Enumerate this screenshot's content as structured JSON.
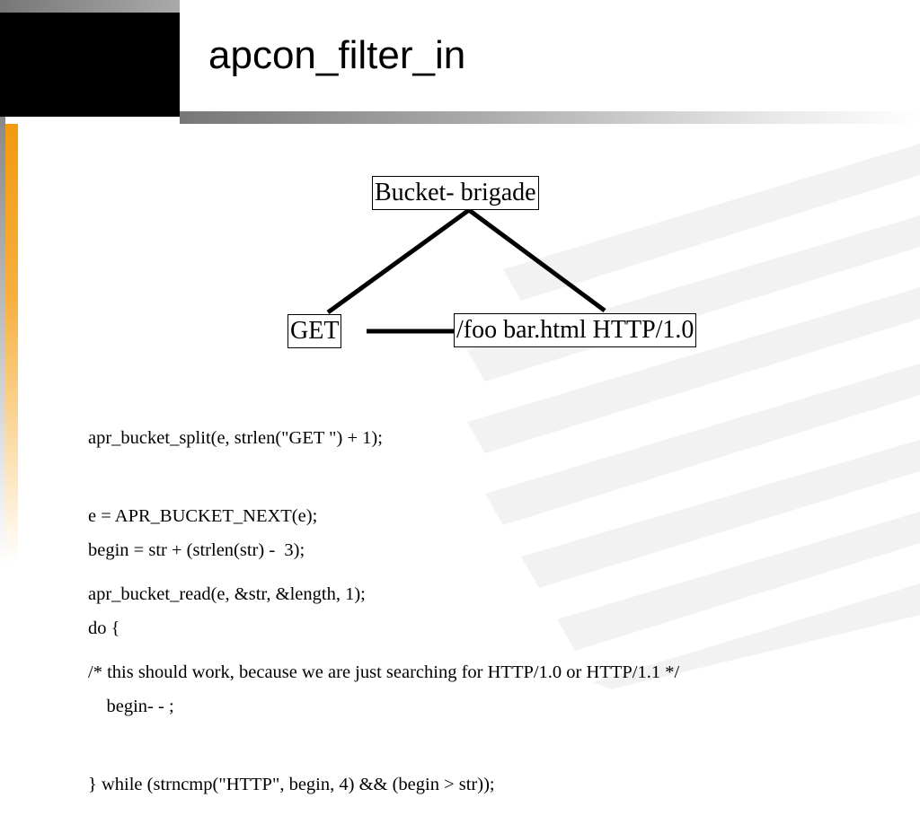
{
  "slide": {
    "title": "apcon_filter_in"
  },
  "diagram": {
    "root": "Bucket- brigade",
    "left_child": "GET",
    "right_child": "/foo bar.html HTTP/1.0"
  },
  "code": {
    "block1": [
      "apr_bucket_split(e, strlen(\"GET \") + 1);",
      "e = APR_BUCKET_NEXT(e);",
      "apr_bucket_read(e, &str, &length, 1);",
      "/* this should work, because we are just searching for HTTP/1.0 or HTTP/1.1 */"
    ],
    "block2": [
      "begin = str + (strlen(str) -  3);",
      "do {",
      "    begin- - ;",
      "} while (strncmp(\"HTTP\", begin, 4) && (begin > str));"
    ]
  }
}
